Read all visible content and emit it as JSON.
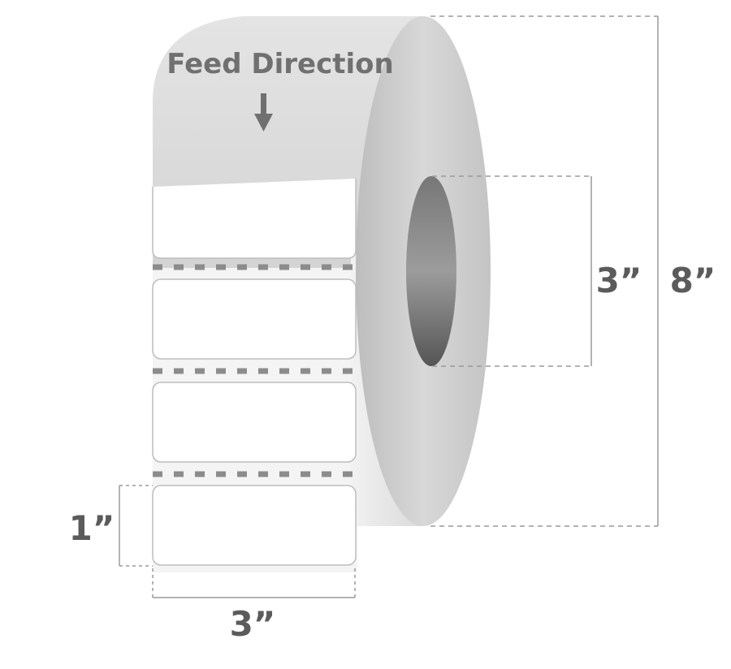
{
  "feed_direction": {
    "label": "Feed Direction",
    "arrow_icon": "arrow-down-icon"
  },
  "dimensions": {
    "label_height": "1”",
    "label_width": "3”",
    "core_diameter": "3”",
    "roll_diameter": "8”"
  },
  "colors": {
    "dimension_text": "#5b5b5b",
    "dimension_line": "#9a9a9a",
    "perforation": "#8c8c8c",
    "core": "#6e6e6e"
  }
}
